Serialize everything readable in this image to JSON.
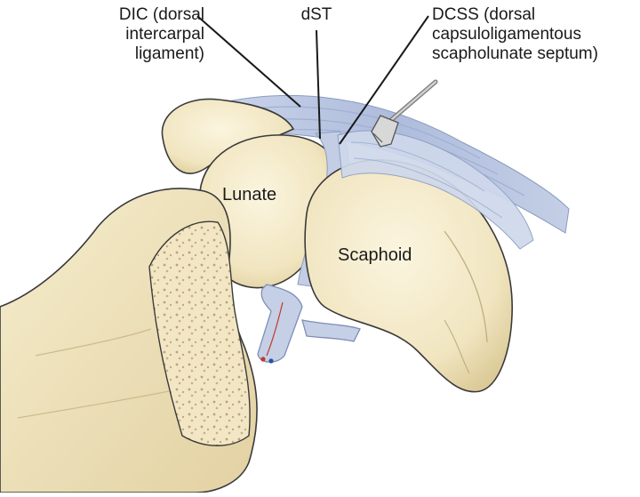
{
  "labels": {
    "dic_line1": "DIC (dorsal",
    "dic_line2": "intercarpal",
    "dic_line3": "ligament)",
    "dst": "dST",
    "dcss_line1": "DCSS (dorsal",
    "dcss_line2": "capsuloligamentous",
    "dcss_line3": "scapholunate septum)",
    "lunate": "Lunate",
    "scaphoid": "Scaphoid"
  },
  "colors": {
    "bone_fill": "#f3e9c8",
    "bone_shadow": "#d9c99a",
    "ligament": "#b9c6df",
    "ligament_light": "#d6deee",
    "outline": "#3a3a3a",
    "vessel_red": "#c0392b",
    "vessel_blue": "#2c4fa0"
  }
}
